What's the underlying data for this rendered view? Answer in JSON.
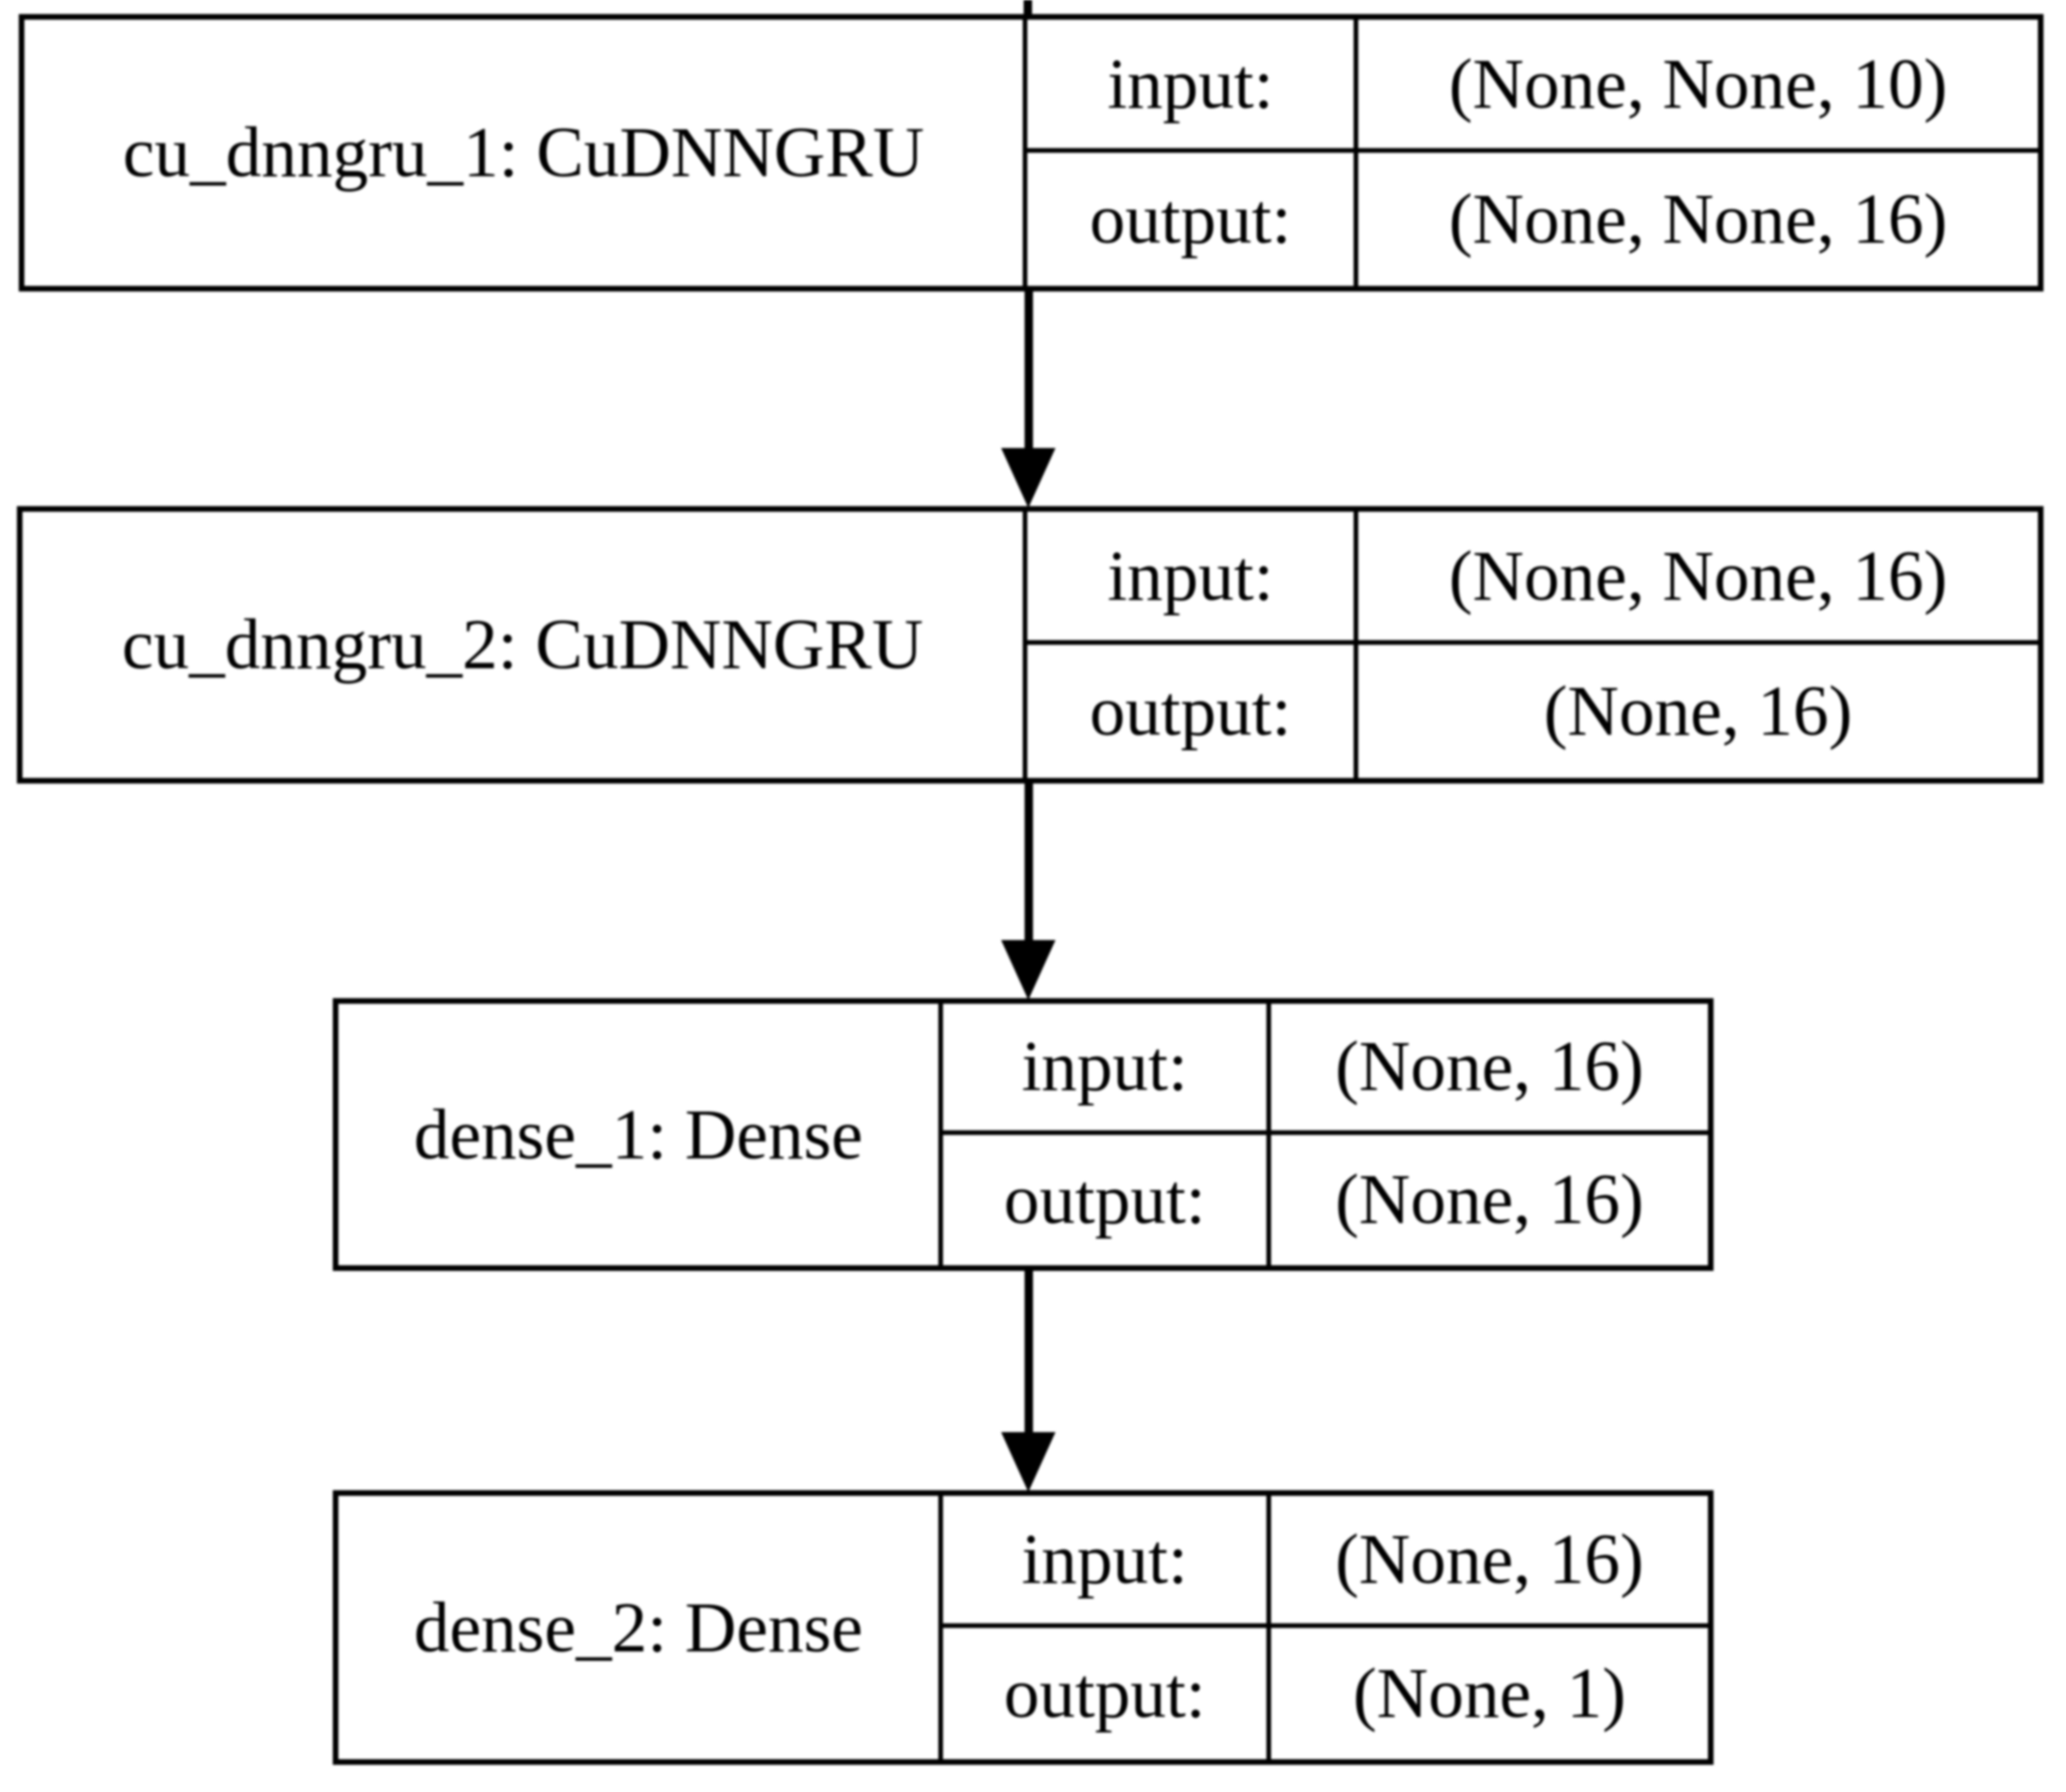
{
  "diagram": {
    "type": "keras-model-plot",
    "colors": {
      "line": "#000000",
      "background": "#ffffff",
      "text": "#000000"
    },
    "layers": [
      {
        "name": "cu_dnngru_1: CuDNNGRU",
        "input_label": "input:",
        "output_label": "output:",
        "input_shape": "(None, None, 10)",
        "output_shape": "(None, None, 16)"
      },
      {
        "name": "cu_dnngru_2: CuDNNGRU",
        "input_label": "input:",
        "output_label": "output:",
        "input_shape": "(None, None, 16)",
        "output_shape": "(None, 16)"
      },
      {
        "name": "dense_1: Dense",
        "input_label": "input:",
        "output_label": "output:",
        "input_shape": "(None, 16)",
        "output_shape": "(None, 16)"
      },
      {
        "name": "dense_2: Dense",
        "input_label": "input:",
        "output_label": "output:",
        "input_shape": "(None, 16)",
        "output_shape": "(None, 1)"
      }
    ]
  }
}
